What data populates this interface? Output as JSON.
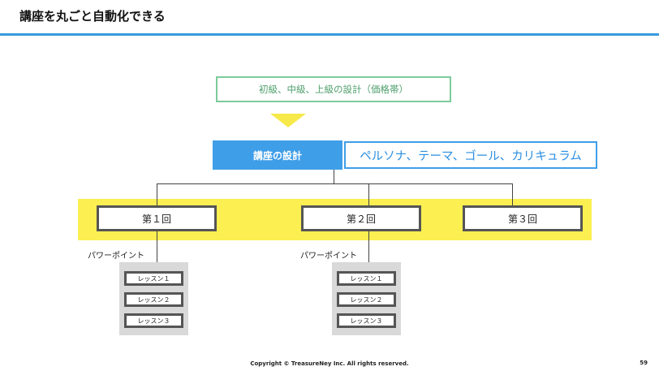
{
  "header": {
    "title": "講座を丸ごと自動化できる"
  },
  "diagram": {
    "top_box": "初級、中級、上級の設計（価格帯）",
    "design_box": "講座の設計",
    "persona_box": "ペルソナ、テーマ、ゴール、カリキュラム",
    "sessions": [
      "第１回",
      "第２回",
      "第３回"
    ],
    "powerpoint_label_1": "パワーポイント",
    "powerpoint_label_2": "パワーポイント",
    "lessons_1": [
      "レッスン１",
      "レッスン２",
      "レッスン３"
    ],
    "lessons_2": [
      "レッスン１",
      "レッスン２",
      "レッスン３"
    ]
  },
  "footer": {
    "copyright": "Copyright © TreasureNey Inc. All rights reserved.",
    "page_number": "59"
  },
  "colors": {
    "accent_blue": "#3f9ee8",
    "green": "#7ccb9a",
    "yellow": "#fbef52",
    "gray_panel": "#d9d9d9"
  }
}
